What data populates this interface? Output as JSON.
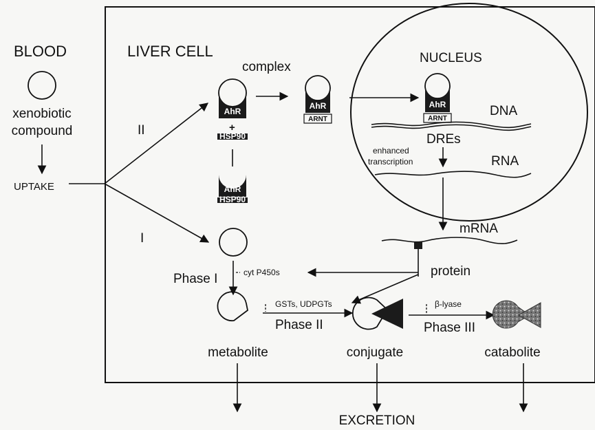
{
  "labels": {
    "blood": "BLOOD",
    "liver_cell": "LIVER CELL",
    "complex": "complex",
    "nucleus": "NUCLEUS",
    "xenobiotic_line1": "xenobiotic",
    "xenobiotic_line2": "compound",
    "uptake": "UPTAKE",
    "pathway_II": "II",
    "pathway_I": "I",
    "dna": "DNA",
    "dres": "DREs",
    "enhanced_line1": "enhanced",
    "enhanced_line2": "transcription",
    "rna": "RNA",
    "mrna": "mRNA",
    "protein": "protein",
    "cyt_p450s": "cyt P450s",
    "phase_I": "Phase I",
    "gsts_udpgts": "GSTs, UDPGTs",
    "phase_II": "Phase II",
    "b_lyase": "β-lyase",
    "phase_III": "Phase III",
    "metabolite": "metabolite",
    "conjugate": "conjugate",
    "catabolite": "catabolite",
    "excretion": "EXCRETION"
  },
  "receptor": {
    "ahr": "AhR",
    "arnt": "ARNT",
    "hsp90": "HSP90",
    "plus": "+"
  }
}
